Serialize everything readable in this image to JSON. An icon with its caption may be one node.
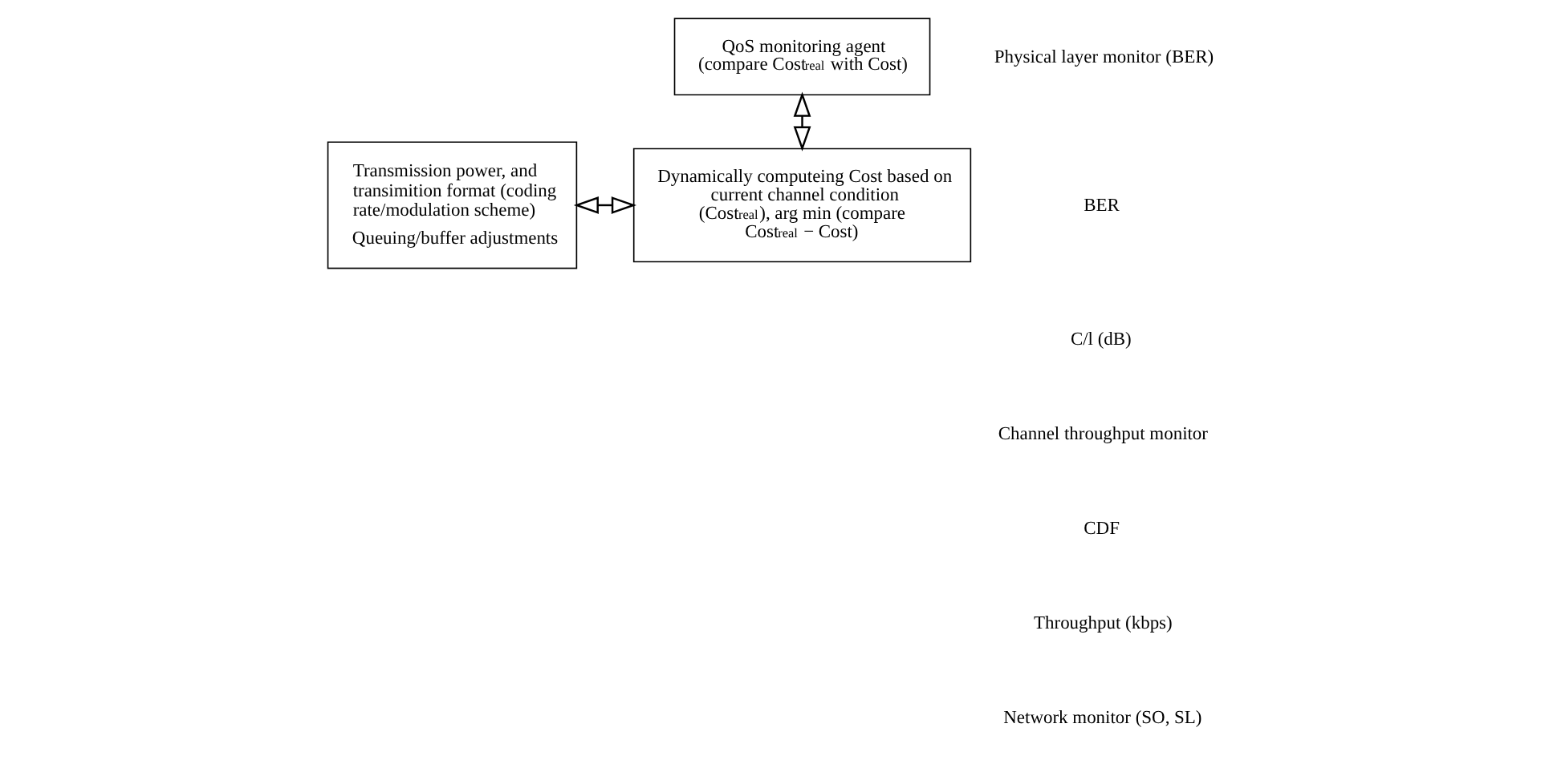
{
  "diagram": {
    "nodes": [
      {
        "text": [
          "QoS monitoring agent (compare Cost$_{real}$ with Cost)"
        ]
      },
      {
        "text": [
          "Transmission power, and transimition format (coding rate/modulation scheme)",
          "Queuing/buffer adjustments"
        ]
      },
      {
        "text": [
          "Dynamically computeing Cost based on current channel condition (Cost$_{real}$), arg min (compare Cost$_{real}$ − Cost)"
        ]
      }
    ],
    "edges": [
      {
        "from": 0,
        "to": 2,
        "arrow": "both"
      },
      {
        "from": 1,
        "to": 2,
        "arrow": "both"
      }
    ],
    "labels": [
      "Physical layer monitor (BER)",
      "BER",
      "C/l (dB)",
      "Channel throughput monitor",
      "CDF",
      "Throughput (kbps)",
      "Network monitor (SO, SL)"
    ]
  }
}
